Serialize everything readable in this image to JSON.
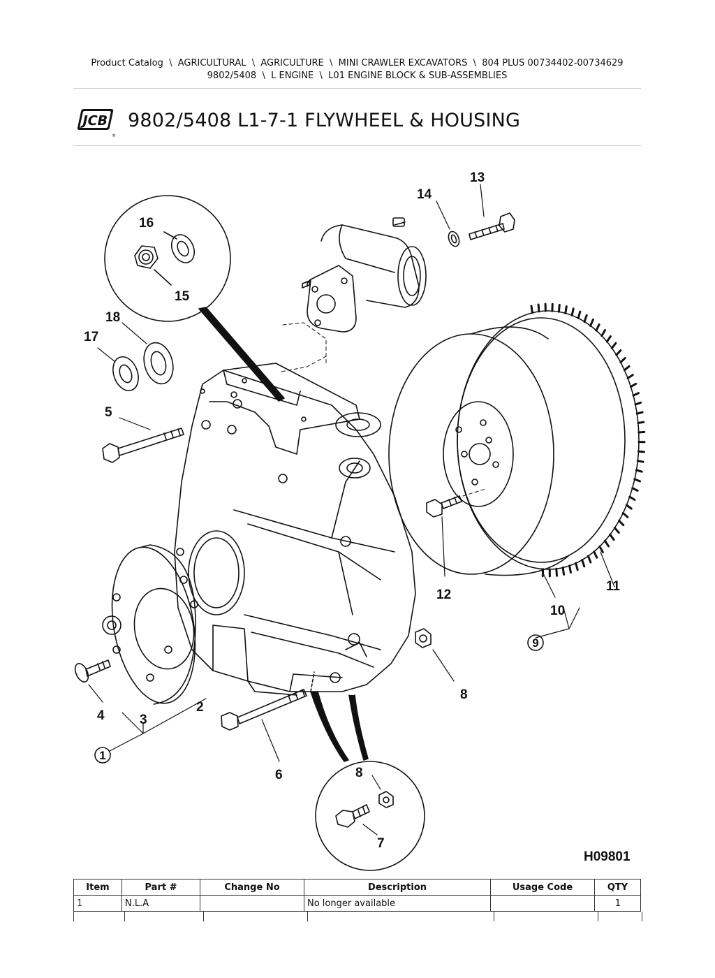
{
  "breadcrumb": {
    "line1": "Product Catalog  \\  AGRICULTURAL  \\  AGRICULTURE  \\  MINI CRAWLER EXCAVATORS  \\  804 PLUS 00734402-00734629",
    "line2": "9802/5408  \\  L ENGINE  \\  L01 ENGINE BLOCK & SUB-ASSEMBLIES"
  },
  "logo": {
    "text": "JCB",
    "color": "#111111",
    "background": "#ffffff"
  },
  "title": "9802/5408 L1-7-1 FLYWHEEL & HOUSING",
  "diagram": {
    "figure_id": "H09801",
    "callouts": [
      "1",
      "2",
      "3",
      "4",
      "5",
      "6",
      "7",
      "8",
      "8",
      "9",
      "10",
      "11",
      "12",
      "13",
      "14",
      "15",
      "16",
      "17",
      "18"
    ]
  },
  "table": {
    "headers": [
      "Item",
      "Part #",
      "Change No",
      "Description",
      "Usage Code",
      "QTY"
    ],
    "rows": [
      {
        "item": "1",
        "part": "N.L.A",
        "change": "",
        "description": "No longer available",
        "usage": "",
        "qty": "1"
      }
    ]
  }
}
